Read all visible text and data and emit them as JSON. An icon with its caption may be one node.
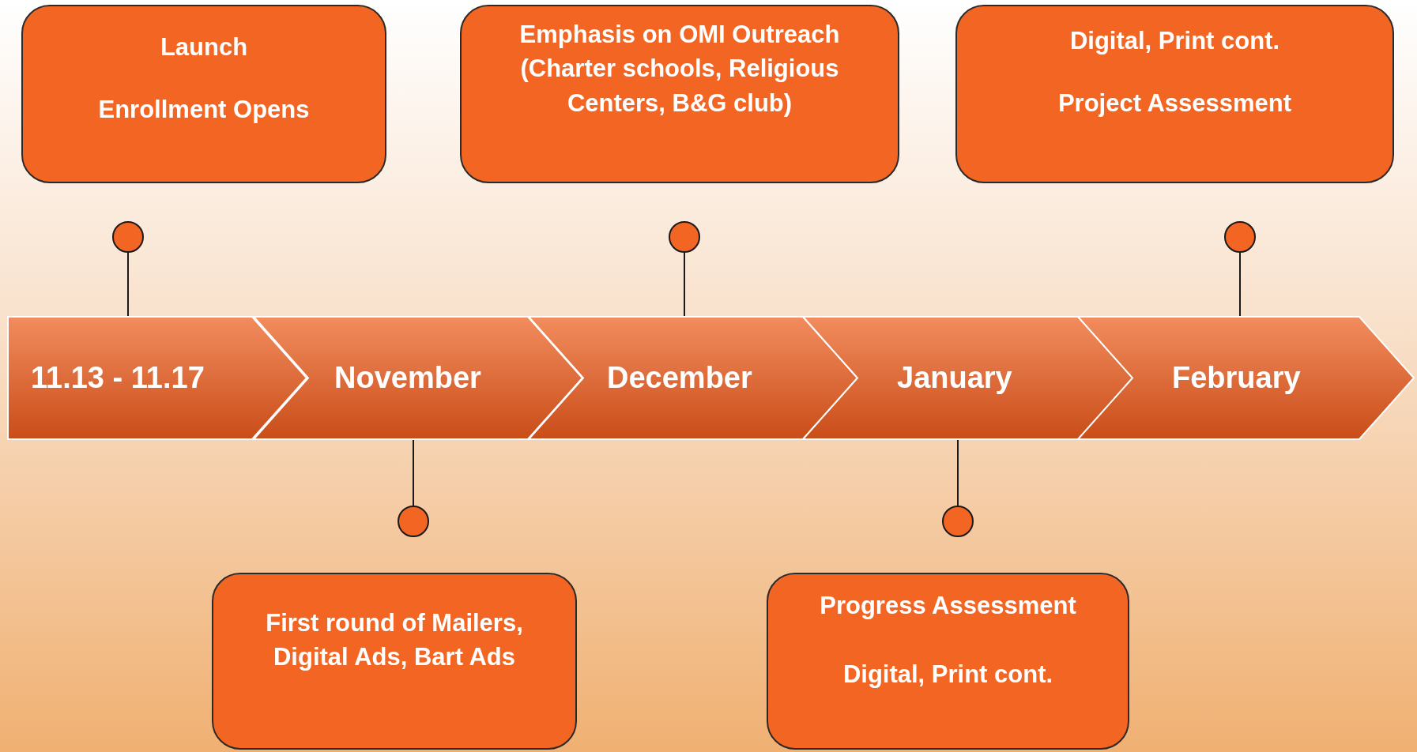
{
  "diagram": {
    "nodes": [
      {
        "text": [
          "Launch",
          "Enrollment Opens"
        ]
      },
      {
        "text": [
          "Emphasis on OMI Outreach (Charter schools, Religious Centers, B&G club)"
        ]
      },
      {
        "text": [
          "Digital, Print cont.",
          "Project Assessment"
        ]
      },
      {
        "text": [],
        "shape": "circle"
      },
      {
        "text": [],
        "shape": "circle"
      },
      {
        "text": [],
        "shape": "circle"
      },
      {
        "text": [
          "11.13 - 11.17"
        ]
      },
      {
        "text": [
          "November"
        ]
      },
      {
        "text": [
          "December"
        ]
      },
      {
        "text": [
          "January"
        ]
      },
      {
        "text": [
          "February"
        ]
      },
      {
        "text": [],
        "shape": "circle"
      },
      {
        "text": [],
        "shape": "circle"
      },
      {
        "text": [
          "First round of Mailers, Digital Ads, Bart Ads"
        ]
      },
      {
        "text": [
          "Progress Assessment",
          "Digital, Print cont."
        ]
      }
    ],
    "edges": [
      {
        "from": 3,
        "to": 6,
        "arrow": "none"
      },
      {
        "from": 4,
        "to": 8,
        "arrow": "none"
      },
      {
        "from": 5,
        "to": 10,
        "arrow": "none"
      },
      {
        "from": 7,
        "to": 11,
        "arrow": "none"
      },
      {
        "from": 9,
        "to": 12,
        "arrow": "none"
      }
    ]
  }
}
